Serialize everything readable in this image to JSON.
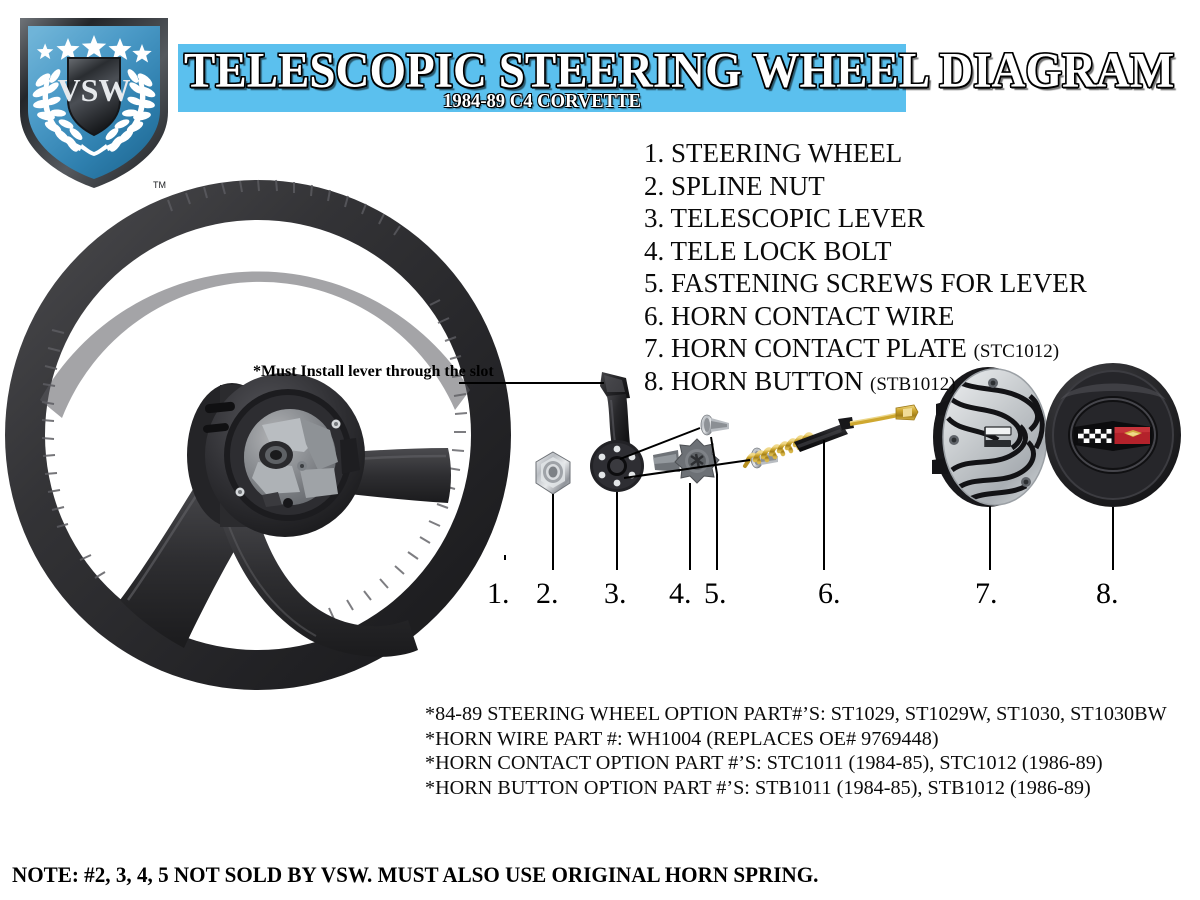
{
  "brand": {
    "logo_name": "vsw-shield-logo",
    "logo_text": "VSW",
    "trademark": "TM",
    "shield_blue": "#3d93c4",
    "shield_blue_dark": "#1f6c99"
  },
  "banner": {
    "title": "TELESCOPIC STEERING WHEEL DIAGRAM",
    "subtitle": "1984-89 C4 CORVETTE",
    "background_color": "#5bc0ee",
    "text_color": "#ffffff",
    "outline_color": "#000000"
  },
  "parts_list": [
    {
      "num": "1.",
      "label": "STEERING WHEEL",
      "part_number": ""
    },
    {
      "num": "2.",
      "label": "SPLINE NUT",
      "part_number": ""
    },
    {
      "num": "3.",
      "label": "TELESCOPIC LEVER",
      "part_number": ""
    },
    {
      "num": "4.",
      "label": "TELE LOCK BOLT",
      "part_number": ""
    },
    {
      "num": "5.",
      "label": "FASTENING SCREWS FOR LEVER",
      "part_number": ""
    },
    {
      "num": "6.",
      "label": "HORN CONTACT WIRE",
      "part_number": ""
    },
    {
      "num": "7.",
      "label": "HORN CONTACT PLATE",
      "part_number": "(STC1012)"
    },
    {
      "num": "8.",
      "label": "HORN BUTTON",
      "part_number": "(STB1012)"
    }
  ],
  "callout_note": "*Must Install lever through the slot",
  "number_labels": [
    "1.",
    "2.",
    "3.",
    "4.",
    "5.",
    "6.",
    "7.",
    "8."
  ],
  "part_notes": [
    "*84-89 STEERING WHEEL OPTION PART#’S: ST1029, ST1029W, ST1030, ST1030BW",
    "*HORN WIRE PART #: WH1004 (REPLACES OE# 9769448)",
    "*HORN CONTACT OPTION PART #’S: STC1011 (1984-85), STC1012 (1986-89)",
    "*HORN BUTTON OPTION PART #’S: STB1011 (1984-85), STB1012 (1986-89)"
  ],
  "bottom_note": "NOTE: #2, 3, 4, 5 NOT SOLD BY VSW. MUST ALSO USE ORIGINAL HORN SPRING.",
  "colors": {
    "wheel_black": "#2a2a2c",
    "wheel_black_light": "#4a4a4d",
    "chrome": "#c9cdd2",
    "brass": "#c8a02a",
    "plate_silver": "#c3c7cb",
    "emblem_red": "#b8242c",
    "emblem_gold": "#c8a43a"
  },
  "diagram": {
    "type": "exploded-parts-diagram",
    "subject": "Telescopic steering wheel assembly",
    "item_count": 8
  }
}
